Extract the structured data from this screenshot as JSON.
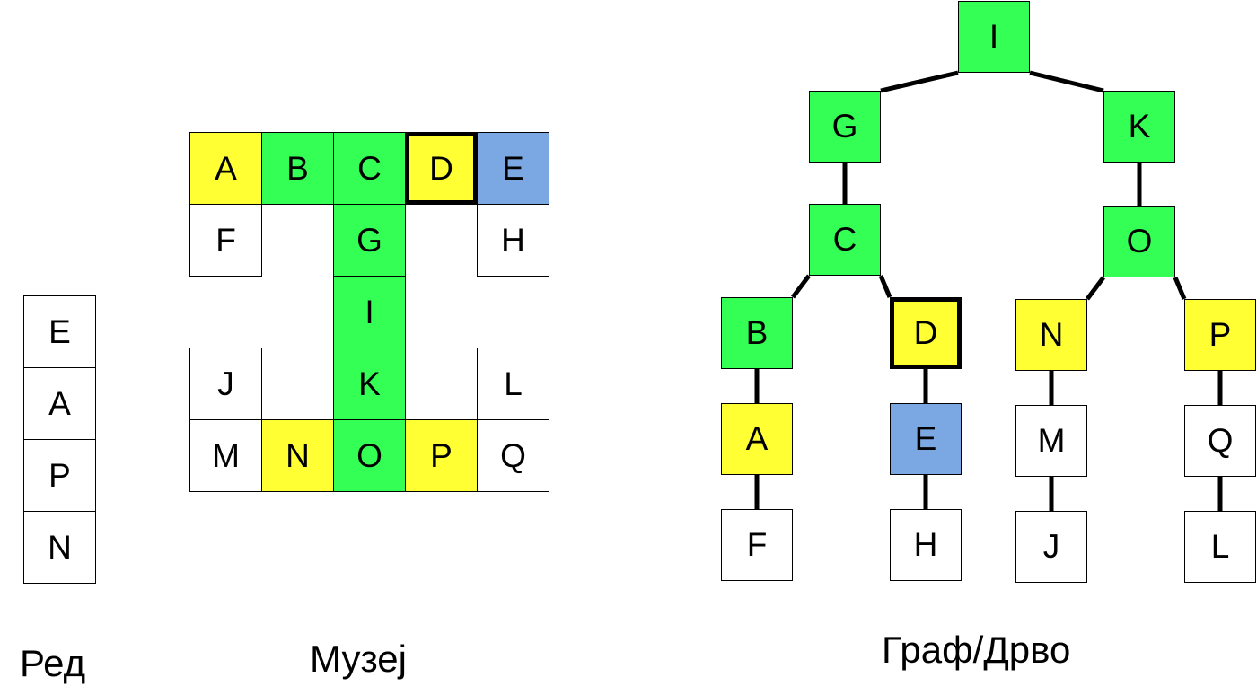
{
  "colors": {
    "green": "#33ff55",
    "yellow": "#ffff33",
    "blue": "#7ba7e2",
    "white": "#ffffff"
  },
  "queue": {
    "caption": "Ред",
    "items": [
      "E",
      "A",
      "P",
      "N"
    ]
  },
  "museum": {
    "caption": "Музеј",
    "rooms": [
      {
        "label": "A",
        "color": "yellow"
      },
      {
        "label": "B",
        "color": "green"
      },
      {
        "label": "C",
        "color": "green"
      },
      {
        "label": "D",
        "color": "yellow",
        "current": true
      },
      {
        "label": "E",
        "color": "blue"
      },
      {
        "label": "F",
        "color": "white"
      },
      {
        "label": "G",
        "color": "green"
      },
      {
        "label": "H",
        "color": "white"
      },
      {
        "label": "I",
        "color": "green"
      },
      {
        "label": "J",
        "color": "white"
      },
      {
        "label": "K",
        "color": "green"
      },
      {
        "label": "L",
        "color": "white"
      },
      {
        "label": "M",
        "color": "white"
      },
      {
        "label": "N",
        "color": "yellow"
      },
      {
        "label": "O",
        "color": "green"
      },
      {
        "label": "P",
        "color": "yellow"
      },
      {
        "label": "Q",
        "color": "white"
      }
    ]
  },
  "tree": {
    "caption": "Граф/Дрво",
    "nodes": [
      {
        "label": "I",
        "color": "green"
      },
      {
        "label": "G",
        "color": "green"
      },
      {
        "label": "K",
        "color": "green"
      },
      {
        "label": "C",
        "color": "green"
      },
      {
        "label": "O",
        "color": "green"
      },
      {
        "label": "B",
        "color": "green"
      },
      {
        "label": "D",
        "color": "yellow",
        "current": true
      },
      {
        "label": "N",
        "color": "yellow"
      },
      {
        "label": "P",
        "color": "yellow"
      },
      {
        "label": "A",
        "color": "yellow"
      },
      {
        "label": "E",
        "color": "blue"
      },
      {
        "label": "M",
        "color": "white"
      },
      {
        "label": "Q",
        "color": "white"
      },
      {
        "label": "F",
        "color": "white"
      },
      {
        "label": "H",
        "color": "white"
      },
      {
        "label": "J",
        "color": "white"
      },
      {
        "label": "L",
        "color": "white"
      }
    ],
    "edges": [
      [
        "I",
        "G"
      ],
      [
        "I",
        "K"
      ],
      [
        "G",
        "C"
      ],
      [
        "K",
        "O"
      ],
      [
        "C",
        "B"
      ],
      [
        "C",
        "D"
      ],
      [
        "O",
        "N"
      ],
      [
        "O",
        "P"
      ],
      [
        "B",
        "A"
      ],
      [
        "D",
        "E"
      ],
      [
        "N",
        "M"
      ],
      [
        "P",
        "Q"
      ],
      [
        "A",
        "F"
      ],
      [
        "E",
        "H"
      ],
      [
        "M",
        "J"
      ],
      [
        "Q",
        "L"
      ]
    ]
  }
}
